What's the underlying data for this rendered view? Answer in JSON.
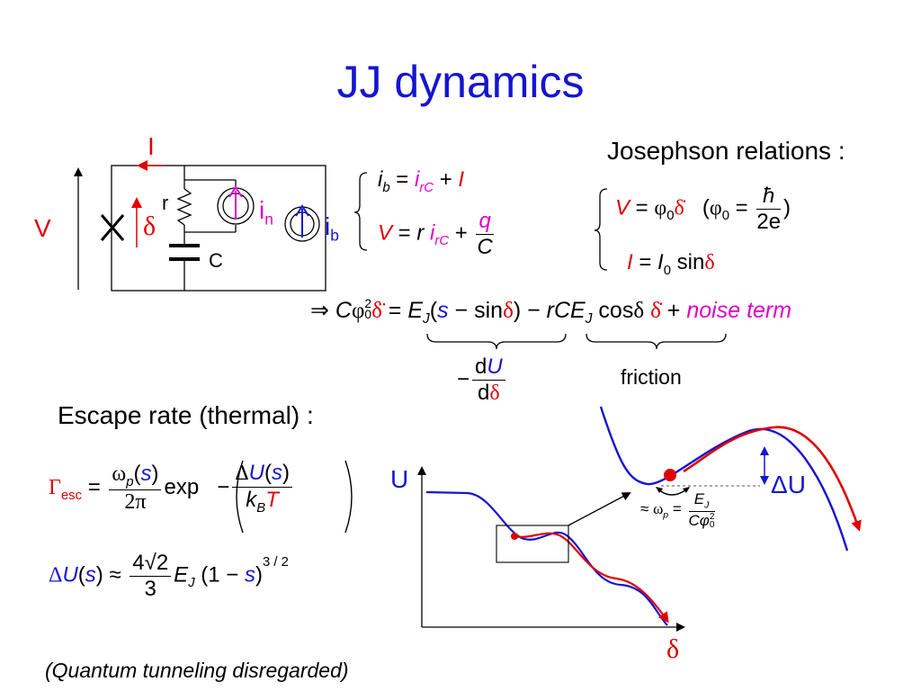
{
  "title": "JJ dynamics",
  "circuit": {
    "current_label": "I",
    "voltage_label": "V",
    "phase_label": "δ",
    "resistor_label": "r",
    "capacitor_label": "C",
    "noise_source_main": "i",
    "noise_source_sub": "n",
    "bias_source_main": "i",
    "bias_source_sub": "b"
  },
  "kirchhoff": {
    "line1": {
      "lhs": "i",
      "lhs_sub": "b",
      "eq": " = ",
      "rhs": "i",
      "rhs_sub": "rC",
      "plus": " + ",
      "term": "I"
    },
    "line2": {
      "lhs": "V",
      "eq": " = ",
      "r": "r ",
      "i": "i",
      "i_sub": "rC",
      "plus": " + ",
      "num": "q",
      "den": "C"
    }
  },
  "josephson": {
    "heading": "Josephson relations :",
    "line1": {
      "lhs": "V",
      "eq": " = ",
      "phi": "φ",
      "phi_sub": "0",
      "delta_dot": "δ̇",
      "paren_open": "(",
      "phi2": "φ",
      "phi2_sub": "0",
      "eq2": " = ",
      "num": "ħ",
      "den": "2e",
      "paren_close": ")"
    },
    "line2": {
      "lhs": "I",
      "eq": " = ",
      "I0": "I",
      "I0_sub": "0",
      "sin": " sin",
      "delta": "δ"
    }
  },
  "motion": {
    "arrow": "⇒ ",
    "C": "C",
    "phi": "φ",
    "phi_sup": "2",
    "phi_sub": "0",
    "delta_ddot": "δ̈",
    "eq": " = ",
    "EJ": "E",
    "EJ_sub": "J",
    "paren_open": "(",
    "s": "s",
    "minus_sin": " − sin",
    "delta": "δ",
    "paren_close_minus": ") − ",
    "rCE": "rCE",
    "rCE_sub": "J",
    "cos": " cos",
    "delta2": "δ",
    "space": " ",
    "delta_dot": "δ̇",
    "plus": " + ",
    "noise": "noise term",
    "brace1": {
      "minus": "−",
      "num_d": "d",
      "num_U": "U",
      "den_d": "d",
      "den_delta": "δ"
    },
    "brace2": "friction"
  },
  "escape": {
    "heading": "Escape rate (thermal) :",
    "gamma": "Γ",
    "gamma_sub": "esc",
    "eq": " = ",
    "f1_num_w": "ω",
    "f1_num_sub": "p",
    "f1_num_open": "(",
    "f1_num_s": "s",
    "f1_num_close": ")",
    "f1_den": "2π",
    "exp": "exp",
    "minus": "−",
    "f2_num_delta": "Δ",
    "f2_num_U": "U",
    "f2_num_open": "(",
    "f2_num_s": "s",
    "f2_num_close": ")",
    "f2_den_k": "k",
    "f2_den_sub": "B",
    "f2_den_T": "T",
    "barrier": {
      "delta": "Δ",
      "U": "U",
      "open": "(",
      "s": "s",
      "close": ")",
      "approx": " ≈ ",
      "num": "4√2",
      "den": "3",
      "EJ": "E",
      "EJ_sub": "J",
      "paren_open": " (1 − ",
      "s2": "s",
      "paren_close": ")",
      "power": "3 / 2"
    }
  },
  "potential": {
    "y_axis": "U",
    "x_axis": "δ",
    "inset_delta_U": "ΔU",
    "omega_prefix": "≈",
    "omega": "ω",
    "omega_sub": "p",
    "omega_eq": " = ",
    "omega_num": "E",
    "omega_num_sub": "J",
    "omega_den": "Cφ",
    "omega_den_sup": "2",
    "omega_den_sub": "0"
  },
  "footnote": "(Quantum tunneling disregarded)",
  "colors": {
    "title": "#1515d0",
    "red": "#e00000",
    "blue": "#1515d0",
    "magenta": "#e000c8"
  }
}
